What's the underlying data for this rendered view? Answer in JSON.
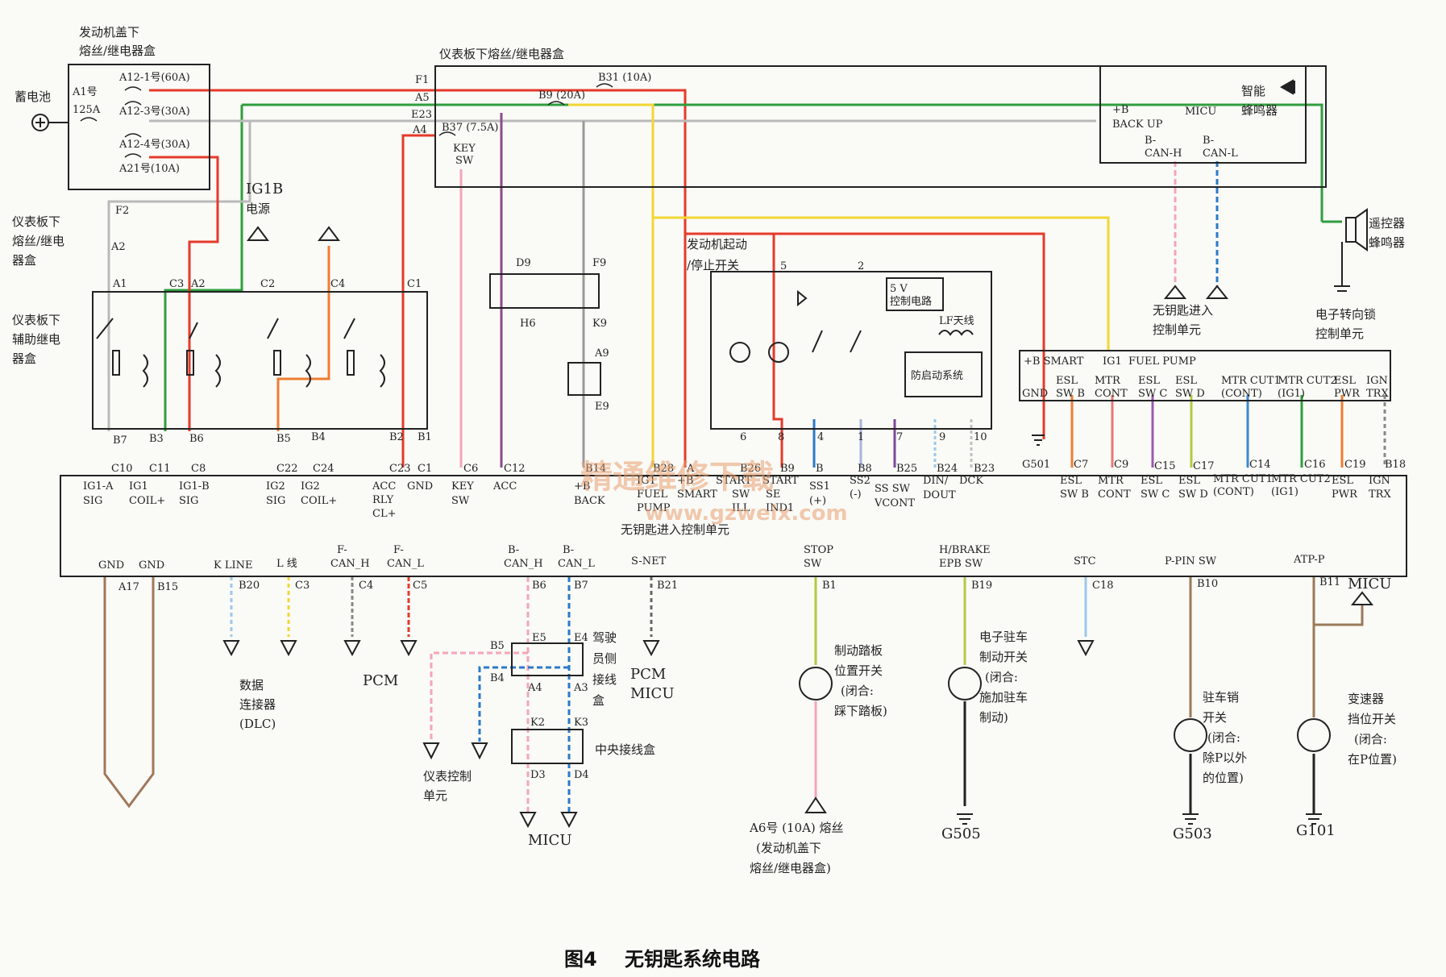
{
  "caption": {
    "fig": "图4",
    "title": "无钥匙系统电路"
  },
  "watermark": {
    "main": "精通维修下载",
    "url": "www.gzweix.com"
  },
  "battery": "蓄电池",
  "engine_box": {
    "title1": "发动机盖下",
    "title2": "熔丝/继电器盒",
    "main_fuse1": "A1号",
    "main_fuse2": "125A",
    "fuses": [
      "A12-1号(60A)",
      "A12-3号(30A)",
      "A12-4号(30A)",
      "A21号(10A)"
    ]
  },
  "dash_box": {
    "title": "仪表板下熔丝/继电器盒",
    "pins_left": [
      "F1",
      "A5",
      "E23",
      "A4"
    ],
    "fuses": [
      "B31 (10A)",
      "B9 (20A)",
      "B37 (7.5A)"
    ],
    "key_sw": [
      "KEY",
      "SW"
    ]
  },
  "micu": {
    "b_backup": [
      "+B",
      "BACK UP"
    ],
    "micu": "MICU",
    "buzzer": [
      "智能",
      "蜂鸣器"
    ],
    "can_h": [
      "B-",
      "CAN-H"
    ],
    "can_l": [
      "B-",
      "CAN-L"
    ]
  },
  "remote_buzzer": [
    "遥控器",
    "蜂鸣器"
  ],
  "keyless_entry_ctrl": [
    "无钥匙进入",
    "控制单元"
  ],
  "esl_ctrl": [
    "电子转向锁",
    "控制单元"
  ],
  "dash_fuse_small": {
    "t1": "仪表板下",
    "t2": "熔丝/继电",
    "t3": "器盒",
    "f2": "F2",
    "a2": "A2"
  },
  "ig1b": [
    "IG1B",
    "电源"
  ],
  "relay_box": {
    "t1": "仪表板下",
    "t2": "辅助继电",
    "t3": "器盒",
    "top_pins": [
      "A1",
      "C3",
      "A2",
      "C2",
      "C4",
      "C1"
    ],
    "bottom_pins": [
      "B7",
      "B3",
      "B6",
      "B5",
      "B4",
      "B2",
      "B1"
    ]
  },
  "conn_d9": {
    "tl": "D9",
    "tr": "F9",
    "bl": "H6",
    "br": "K9"
  },
  "conn_a9": {
    "t": "A9",
    "b": "E9"
  },
  "start_stop": {
    "t1": "发动机起动",
    "t2": "/停止开关",
    "pins_top": [
      "5",
      "2"
    ],
    "ctrl": [
      "5 V",
      "控制电路"
    ],
    "lf": "LF天线",
    "immob": "防启动系统",
    "pins_bottom": [
      "6",
      "8",
      "4",
      "1",
      "7",
      "9",
      "10"
    ]
  },
  "esl_conn": {
    "row1": [
      "+B SMART",
      "IG1",
      "FUEL PUMP"
    ],
    "gnd": "GND",
    "labels": [
      [
        "ESL",
        "SW B"
      ],
      [
        "MTR",
        "CONT"
      ],
      [
        "ESL",
        "SW C"
      ],
      [
        "ESL",
        "SW D"
      ],
      [
        "MTR CUT1",
        "(CONT)"
      ],
      [
        "MTR CUT2",
        "(IG1)"
      ],
      [
        "ESL",
        "PWR"
      ],
      [
        "IGN",
        "TRX"
      ]
    ]
  },
  "g501": "G501",
  "main_unit": {
    "title": "无钥匙进入控制单元",
    "top_pins": [
      "C10",
      "C11",
      "C8",
      "C22",
      "C24",
      "C23",
      "C1",
      "C6",
      "C12",
      "B14",
      "B28",
      "A",
      "B26",
      "B9",
      "B",
      "B8",
      "B25",
      "B24",
      "B23",
      "C7",
      "C9",
      "C15",
      "C17",
      "C14",
      "C16",
      "C19",
      "B18"
    ],
    "top_labels": [
      [
        "IG1-A",
        "SIG"
      ],
      [
        "IG1",
        "COIL+"
      ],
      [
        "IG1-B",
        "SIG"
      ],
      [
        "IG2",
        "SIG"
      ],
      [
        "IG2",
        "COIL+"
      ],
      [
        "ACC",
        "RLY",
        "CL+"
      ],
      [
        "GND"
      ],
      [
        "KEY",
        "SW"
      ],
      [
        "ACC"
      ],
      [
        "+B",
        "BACK"
      ],
      [
        "IG1",
        "FUEL",
        "PUMP"
      ],
      [
        "+B",
        "SMART"
      ],
      [
        "START",
        "SW",
        "ILL"
      ],
      [
        "START",
        "SE",
        "IND1"
      ],
      [
        "SS1",
        "(+)"
      ],
      [
        "SS2",
        "(-)"
      ],
      [
        "SS SW",
        "VCONT"
      ],
      [
        "DIN/",
        "DOUT"
      ],
      [
        "DCK"
      ],
      [
        "ESL",
        "SW B"
      ],
      [
        "MTR",
        "CONT"
      ],
      [
        "ESL",
        "SW C"
      ],
      [
        "ESL",
        "SW D"
      ],
      [
        "MTR CUT1",
        "(CONT)"
      ],
      [
        "MTR CUT2",
        "(IG1)"
      ],
      [
        "ESL",
        "PWR"
      ],
      [
        "IGN",
        "TRX"
      ]
    ],
    "bottom_labels": [
      [
        "GND"
      ],
      [
        "GND"
      ],
      [
        "K LINE"
      ],
      [
        "L 线"
      ],
      [
        "F-",
        "CAN_H"
      ],
      [
        "F-",
        "CAN_L"
      ],
      [
        "B-",
        "CAN_H"
      ],
      [
        "B-",
        "CAN_L"
      ],
      [
        "S-NET"
      ],
      [
        "STOP",
        "SW"
      ],
      [
        "H/BRAKE",
        "EPB SW"
      ],
      [
        "STC"
      ],
      [
        "P-PIN SW"
      ],
      [
        "ATP-P"
      ]
    ],
    "bottom_pins": [
      "A17",
      "B15",
      "B20",
      "C3",
      "C4",
      "C5",
      "B6",
      "B7",
      "B21",
      "B1",
      "B19",
      "C18",
      "B10",
      "B11"
    ]
  },
  "dlc": [
    "数据",
    "连接器",
    "(DLC)"
  ],
  "pcm": "PCM",
  "pcm_micu": [
    "PCM",
    "MICU"
  ],
  "driver_box": {
    "pins": [
      "B5",
      "E5",
      "E4",
      "B4",
      "A4",
      "A3"
    ],
    "label": [
      "驾驶",
      "员侧",
      "接线",
      "盒"
    ]
  },
  "central_box": {
    "pins": [
      "K2",
      "K3",
      "D3",
      "D4"
    ],
    "label": "中央接线盒"
  },
  "meter_ctrl": [
    "仪表控制",
    "单元"
  ],
  "micu_bottom": "MICU",
  "brake_sw": [
    "制动踏板",
    "位置开关",
    "(闭合:",
    "踩下踏板)"
  ],
  "a6_fuse": [
    "A6号 (10A) 熔丝",
    "(发动机盖下",
    "熔丝/继电器盒)"
  ],
  "epb_sw": [
    "电子驻车",
    "制动开关",
    "(闭合:",
    "施加驻车",
    "制动)"
  ],
  "g505": "G505",
  "park_sw": [
    "驻车销",
    "开关",
    "(闭合:",
    "除P以外",
    "的位置)"
  ],
  "g503": "G503",
  "trans_sw": [
    "变速器",
    "挡位开关",
    "(闭合:",
    "在P位置)"
  ],
  "g101": "G101",
  "micu_right": "MICU"
}
